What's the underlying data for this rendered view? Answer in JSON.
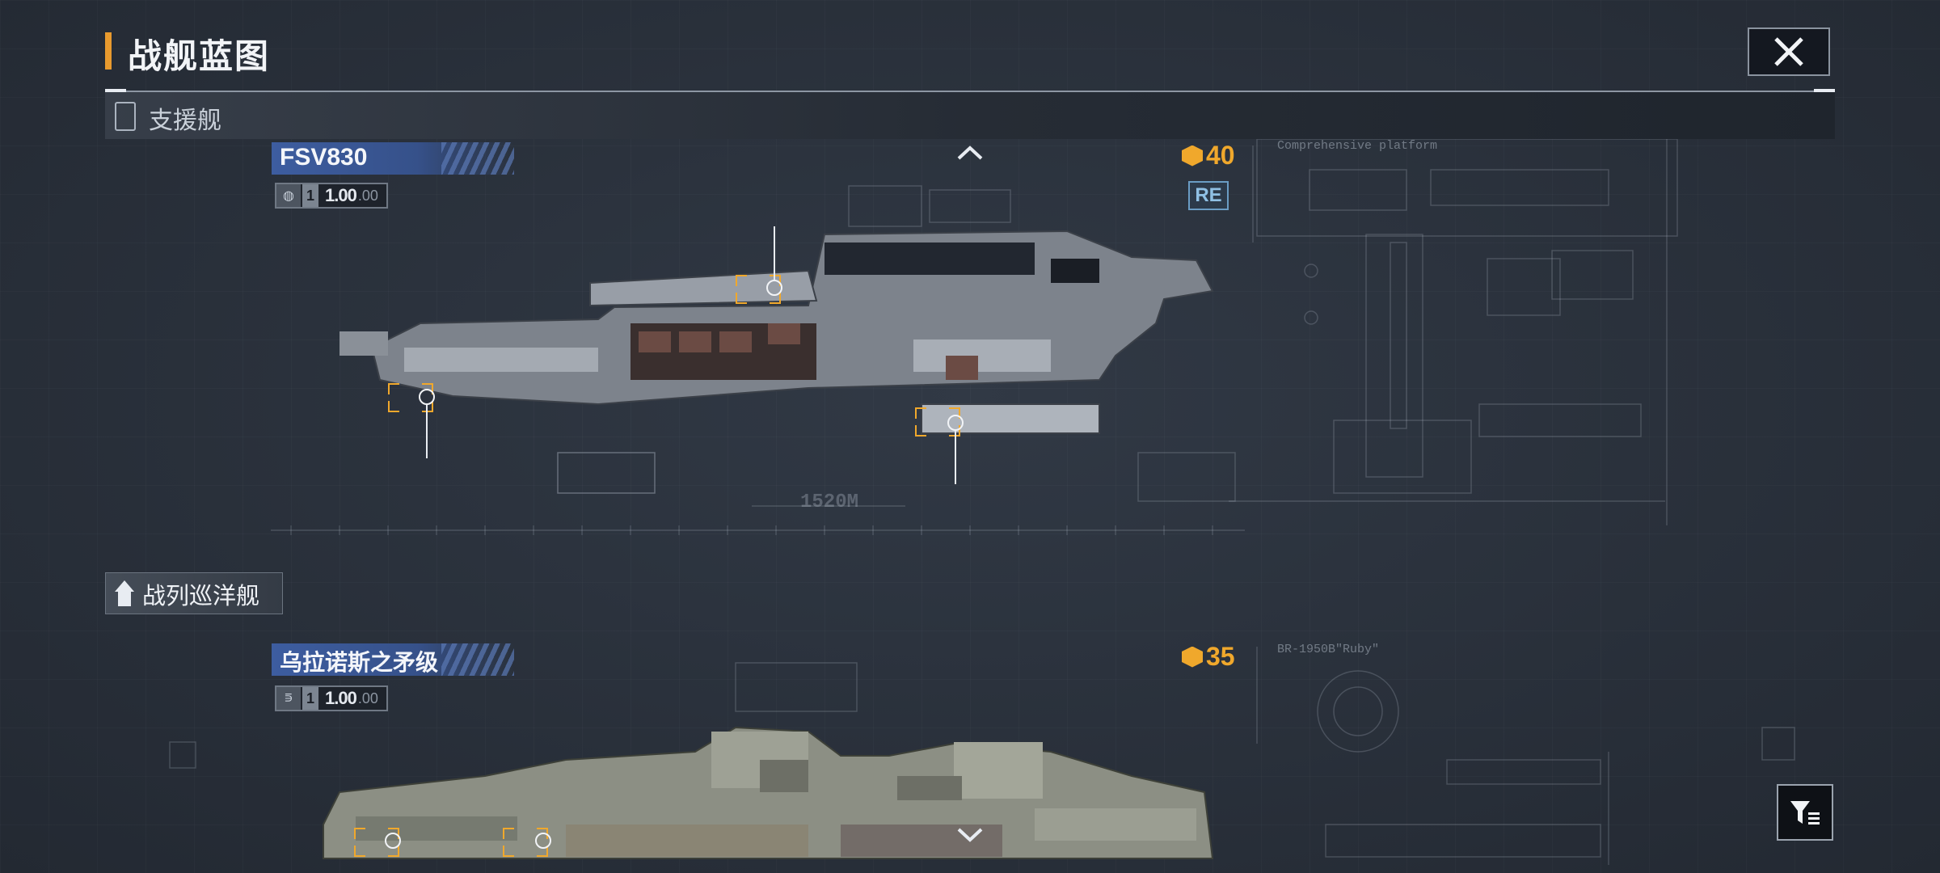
{
  "header": {
    "title": "战舰蓝图"
  },
  "categories": [
    {
      "label": "支援舰"
    },
    {
      "label": "战列巡洋舰"
    }
  ],
  "ships": [
    {
      "name": "FSV830",
      "stat_level": "1",
      "stat_value": "1.00",
      "stat_decimals": ".00",
      "cost": "40",
      "badge": "RE",
      "length_label": "1520M",
      "blueprint_text": "Comprehensive platform"
    },
    {
      "name": "乌拉诺斯之矛级",
      "stat_level": "1",
      "stat_value": "1.00",
      "stat_decimals": ".00",
      "cost": "35",
      "blueprint_text": "BR-1950B\"Ruby\""
    }
  ],
  "colors": {
    "accent": "#f0a82c",
    "banner": "#3d5da0",
    "background": "#2b323d"
  },
  "icons": {
    "close": "close-icon",
    "filter": "filter-icon",
    "chevron_up": "chevron-up-icon",
    "chevron_down": "chevron-down-icon"
  }
}
